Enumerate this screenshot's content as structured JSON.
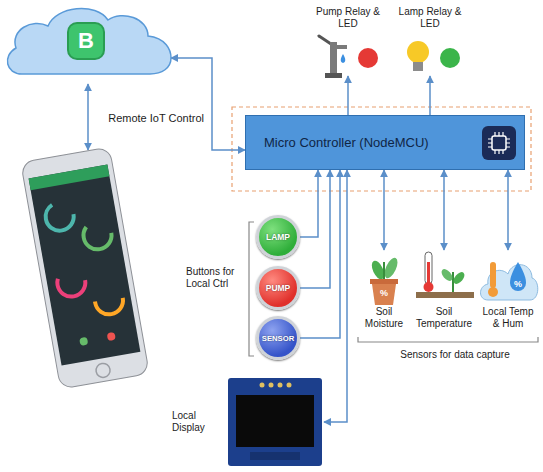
{
  "diagram": {
    "nodes": [
      {
        "text": [
          "B"
        ]
      },
      {
        "text": [
          "Pump Relay & LED"
        ]
      },
      {
        "text": [
          "Lamp Relay & LED"
        ]
      },
      {
        "text": [
          "Micro Controller (NodeMCU)"
        ]
      },
      {
        "text": [
          "LAMP"
        ]
      },
      {
        "text": [
          "PUMP"
        ]
      },
      {
        "text": [
          "SENSOR"
        ]
      },
      {
        "text": [
          "Soil Moisture"
        ]
      },
      {
        "text": [
          "Soil Temperature"
        ]
      },
      {
        "text": [
          "Local Temp & Hum"
        ]
      },
      {
        "text": [
          "Local Display"
        ]
      }
    ],
    "edges": [
      {
        "from": 0,
        "to": 3,
        "arrow": "both",
        "label": "Remote IoT Control"
      },
      {
        "from": 3,
        "to": 1,
        "arrow": "to"
      },
      {
        "from": 3,
        "to": 2,
        "arrow": "to"
      },
      {
        "from": 4,
        "to": 3,
        "arrow": "to"
      },
      {
        "from": 5,
        "to": 3,
        "arrow": "to"
      },
      {
        "from": 6,
        "to": 3,
        "arrow": "to"
      },
      {
        "from": 3,
        "to": 7,
        "arrow": "both"
      },
      {
        "from": 3,
        "to": 8,
        "arrow": "both"
      },
      {
        "from": 3,
        "to": 9,
        "arrow": "both"
      },
      {
        "from": 10,
        "to": 3,
        "arrow": "both"
      }
    ],
    "labels": [
      "Buttons for Local Ctrl",
      "%",
      "%",
      "Sensors for data capture"
    ]
  }
}
